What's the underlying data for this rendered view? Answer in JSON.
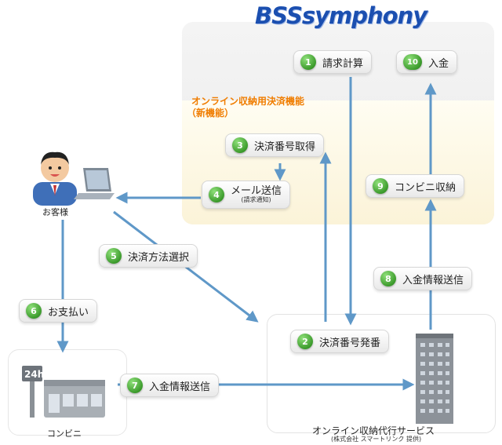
{
  "brand": "BSSsymphony",
  "section_label_line1": "オンライン収納用決済機能",
  "section_label_line2": "（新機能）",
  "steps": [
    {
      "num": "1",
      "label": "請求計算"
    },
    {
      "num": "2",
      "label": "決済番号発番"
    },
    {
      "num": "3",
      "label": "決済番号取得"
    },
    {
      "num": "4",
      "label": "メール送信",
      "sub": "(請求通知)"
    },
    {
      "num": "5",
      "label": "決済方法選択"
    },
    {
      "num": "6",
      "label": "お支払い"
    },
    {
      "num": "7",
      "label": "入金情報送信"
    },
    {
      "num": "8",
      "label": "入金情報送信"
    },
    {
      "num": "9",
      "label": "コンビニ収納"
    },
    {
      "num": "10",
      "label": "入金"
    }
  ],
  "customer_label": "お客様",
  "store_label": "コンビニ",
  "store_sign": "24h",
  "service_label": "オンライン収納代行サービス",
  "service_sub": "(株式会社 スマートリンク 提供)",
  "colors": {
    "arrow": "#5f98c8",
    "accent": "#f07d00",
    "brand": "#1b4fb0",
    "step_num": "#3c9b2c"
  }
}
